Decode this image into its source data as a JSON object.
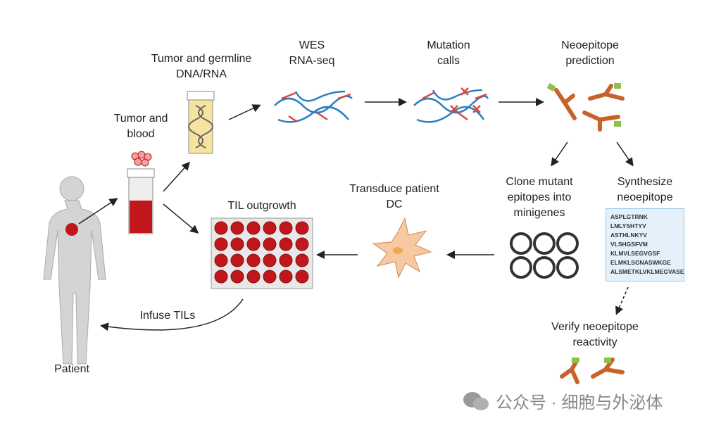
{
  "labels": {
    "tumor_dna": "Tumor and germline\nDNA/RNA",
    "tumor_dna_l1": "Tumor and germline",
    "tumor_dna_l2": "DNA/RNA",
    "wes_l1": "WES",
    "wes_l2": "RNA-seq",
    "mut_l1": "Mutation",
    "mut_l2": "calls",
    "neo_l1": "Neoepitope",
    "neo_l2": "prediction",
    "tb_l1": "Tumor and",
    "tb_l2": "blood",
    "clone_l1": "Clone mutant",
    "clone_l2": "epitopes into",
    "clone_l3": "minigenes",
    "synth_l1": "Synthesize",
    "synth_l2": "neoepitope",
    "trans_l1": "Transduce patient",
    "trans_l2": "DC",
    "til": "TIL outgrowth",
    "infuse": "Infuse TILs",
    "patient": "Patient",
    "verify_l1": "Verify neoepitope",
    "verify_l2": "reactivity"
  },
  "peptides": [
    "ASPLGTRNK",
    "LMLYSHTYV",
    "ASTHLNKYV",
    "VLSHGSFVM",
    "KLMVLSEGVGSF",
    "ELMKLSGNASWKGE",
    "ALSMETKLVKLMEGVASE"
  ],
  "watermark": "公众号 · 细胞与外泌体",
  "colors": {
    "dna_blue": "#2a7fc0",
    "dna_red": "#e0463c",
    "antibody": "#c8622a",
    "antigen": "#8bc34a",
    "blood": "#c0161c",
    "dc": "#f6c9a0"
  }
}
